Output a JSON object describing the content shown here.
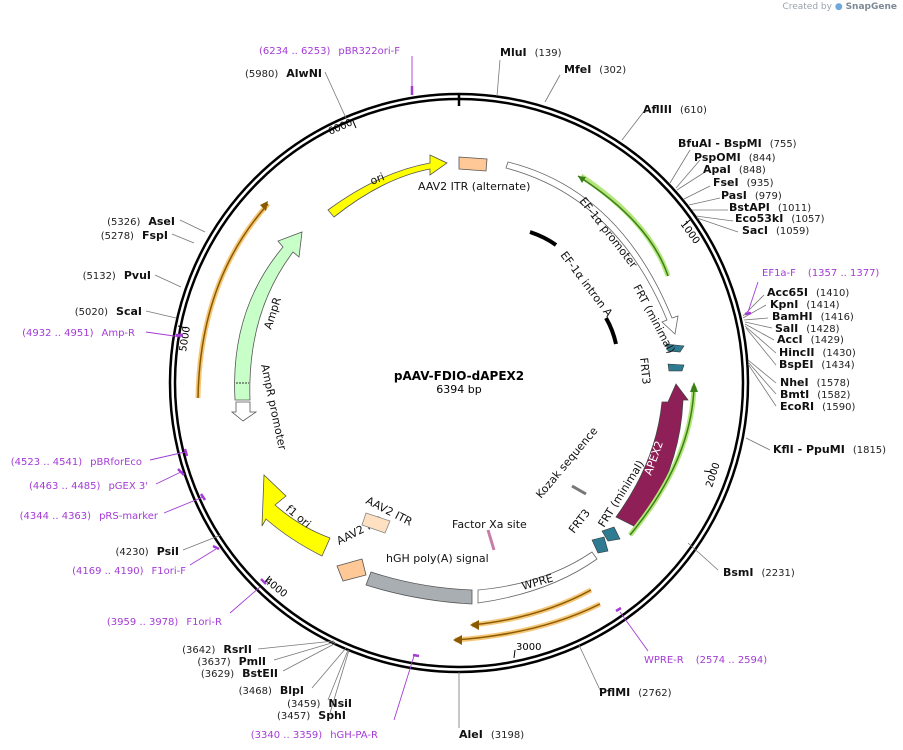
{
  "watermark": {
    "created_by": "Created by",
    "brand": "SnapGene"
  },
  "plasmid": {
    "name": "pAAV-FDIO-dAPEX2",
    "size_label": "6394 bp"
  },
  "ticks": [
    "1000",
    "2000",
    "3000",
    "4000",
    "5000",
    "6000"
  ],
  "features": [
    {
      "id": "ori",
      "label": "ori",
      "color": "#ffff00"
    },
    {
      "id": "aav2-itr-alt",
      "label": "AAV2 ITR (alternate)",
      "color": "#ffc896"
    },
    {
      "id": "ef1a-promoter",
      "label": "EF-1α promoter",
      "color": "#ffffff"
    },
    {
      "id": "ef1a-intron",
      "label": "EF-1α intron A",
      "color": "#000000"
    },
    {
      "id": "frt-minimal-1",
      "label": "FRT (minimal)",
      "color": "#2e7b92"
    },
    {
      "id": "frt3-1",
      "label": "FRT3",
      "color": "#2e7b92"
    },
    {
      "id": "apex2",
      "label": "APEX2",
      "color": "#8f1f57"
    },
    {
      "id": "kozak",
      "label": "Kozak sequence",
      "color": "#ffffff"
    },
    {
      "id": "frt-minimal-2",
      "label": "FRT (minimal)",
      "color": "#2e7b92"
    },
    {
      "id": "frt3-2",
      "label": "FRT3",
      "color": "#2e7b92"
    },
    {
      "id": "factor-xa",
      "label": "Factor Xa site",
      "color": "#c77ea6"
    },
    {
      "id": "wpre",
      "label": "WPRE",
      "color": "#ffffff"
    },
    {
      "id": "hgh-polya",
      "label": "hGH poly(A) signal",
      "color": "#a8aeb2"
    },
    {
      "id": "aav2-itr-1",
      "label": "AAV2 ITR",
      "color": "#ffc896"
    },
    {
      "id": "aav2-itr-2",
      "label": "AAV2 ITR",
      "color": "#ffe0c0"
    },
    {
      "id": "f1-ori",
      "label": "f1 ori",
      "color": "#ffff00"
    },
    {
      "id": "ampr-promoter",
      "label": "AmpR promoter",
      "color": "#ffffff"
    },
    {
      "id": "ampr",
      "label": "AmpR",
      "color": "#c8ffc8"
    }
  ],
  "sites": [
    {
      "name": "MluI",
      "pos": "(139)"
    },
    {
      "name": "MfeI",
      "pos": "(302)"
    },
    {
      "name": "AflIII",
      "pos": "(610)"
    },
    {
      "name": "BfuAI  - BspMI",
      "pos": "(755)"
    },
    {
      "name": "PspOMI",
      "pos": "(844)"
    },
    {
      "name": "ApaI",
      "pos": "(848)"
    },
    {
      "name": "FseI",
      "pos": "(935)"
    },
    {
      "name": "PasI",
      "pos": "(979)"
    },
    {
      "name": "BstAPI",
      "pos": "(1011)"
    },
    {
      "name": "Eco53kI",
      "pos": "(1057)"
    },
    {
      "name": "SacI",
      "pos": "(1059)"
    },
    {
      "name": "Acc65I",
      "pos": "(1410)"
    },
    {
      "name": "KpnI",
      "pos": "(1414)"
    },
    {
      "name": "BamHI",
      "pos": "(1416)"
    },
    {
      "name": "SalI",
      "pos": "(1428)"
    },
    {
      "name": "AccI",
      "pos": "(1429)"
    },
    {
      "name": "HincII",
      "pos": "(1430)"
    },
    {
      "name": "BspEI",
      "pos": "(1434)"
    },
    {
      "name": "NheI",
      "pos": "(1578)"
    },
    {
      "name": "BmtI",
      "pos": "(1582)"
    },
    {
      "name": "EcoRI",
      "pos": "(1590)"
    },
    {
      "name": "KflI  - PpuMI",
      "pos": "(1815)"
    },
    {
      "name": "BsmI",
      "pos": "(2231)"
    },
    {
      "name": "PflMI",
      "pos": "(2762)"
    },
    {
      "name": "AleI",
      "pos": "(3198)"
    },
    {
      "name": "SphI",
      "pos": "(3457)"
    },
    {
      "name": "NsiI",
      "pos": "(3459)"
    },
    {
      "name": "BlpI",
      "pos": "(3468)"
    },
    {
      "name": "BstEII",
      "pos": "(3629)"
    },
    {
      "name": "PmlI",
      "pos": "(3637)"
    },
    {
      "name": "RsrII",
      "pos": "(3642)"
    },
    {
      "name": "PsiI",
      "pos": "(4230)"
    },
    {
      "name": "ScaI",
      "pos": "(5020)"
    },
    {
      "name": "PvuI",
      "pos": "(5132)"
    },
    {
      "name": "FspI",
      "pos": "(5278)"
    },
    {
      "name": "AseI",
      "pos": "(5326)"
    },
    {
      "name": "AlwNI",
      "pos": "(5980)"
    }
  ],
  "primers": [
    {
      "range": "(6234 .. 6253)",
      "name": "pBR322ori-F"
    },
    {
      "range": "(1357 .. 1377)",
      "name": "EF1a-F"
    },
    {
      "range": "(2574 .. 2594)",
      "name": "WPRE-R"
    },
    {
      "range": "(3340 .. 3359)",
      "name": "hGH-PA-R"
    },
    {
      "range": "(3959 .. 3978)",
      "name": "F1ori-R"
    },
    {
      "range": "(4169 .. 4190)",
      "name": "F1ori-F"
    },
    {
      "range": "(4344 .. 4363)",
      "name": "pRS-marker"
    },
    {
      "range": "(4463 .. 4485)",
      "name": "pGEX 3'"
    },
    {
      "range": "(4523 .. 4541)",
      "name": "pBRforEco"
    },
    {
      "range": "(4932 .. 4951)",
      "name": "Amp-R"
    }
  ]
}
